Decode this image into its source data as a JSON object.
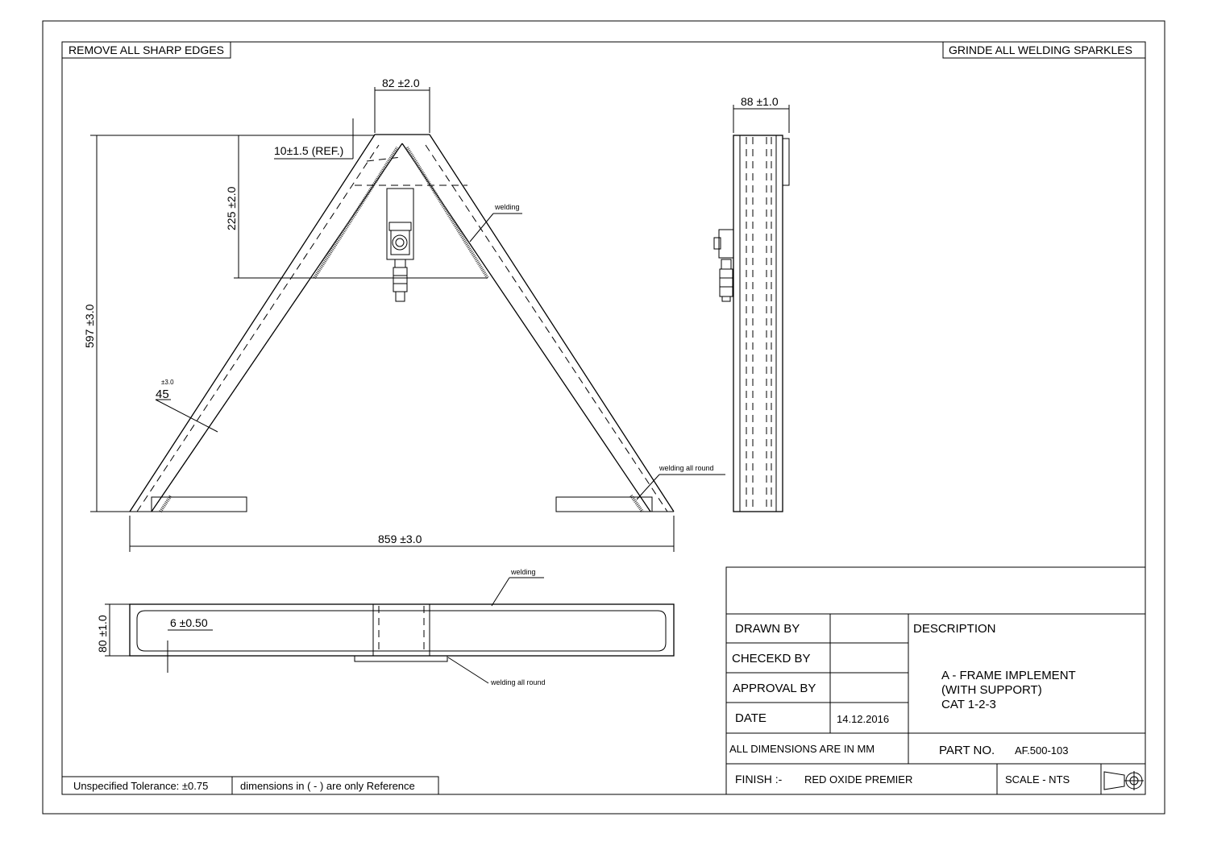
{
  "notes": {
    "top_left": "REMOVE ALL SHARP EDGES",
    "top_right": "GRINDE ALL WELDING SPARKLES",
    "bottom_tolerance": "Unspecified Tolerance: ±0.75",
    "bottom_reference": "dimensions in ( - ) are only Reference"
  },
  "dimensions": {
    "top_width": "82 ±2.0",
    "top_offset": "10±1.5 (REF.)",
    "inner_height": "225 ±2.0",
    "total_height": "597 ±3.0",
    "leg_width": "45",
    "leg_width_tol": "±3.0",
    "base_width": "859 ±3.0",
    "side_thickness": "88 ±1.0",
    "plan_height": "80 ±1.0",
    "plan_wall": "6 ±0.50"
  },
  "weld_labels": {
    "front_weld": "welding",
    "front_weld_all_round": "welding all round",
    "plan_weld": "welding",
    "plan_weld_all_round": "welding all round"
  },
  "title_block": {
    "drawn_by_label": "DRAWN BY",
    "checked_by_label": "CHECEKD BY",
    "approval_by_label": "APPROVAL BY",
    "date_label": "DATE",
    "date_value": "14.12.2016",
    "description_label": "DESCRIPTION",
    "description_line1": "A - FRAME  IMPLEMENT",
    "description_line2": "(WITH SUPPORT)",
    "description_line3": "CAT 1-2-3",
    "units_note": "ALL DIMENSIONS ARE IN MM",
    "part_no_label": "PART NO.",
    "part_no_value": "AF.500-103",
    "finish_label": "FINISH :-",
    "finish_value": "RED OXIDE PREMIER",
    "scale": "SCALE - NTS"
  }
}
